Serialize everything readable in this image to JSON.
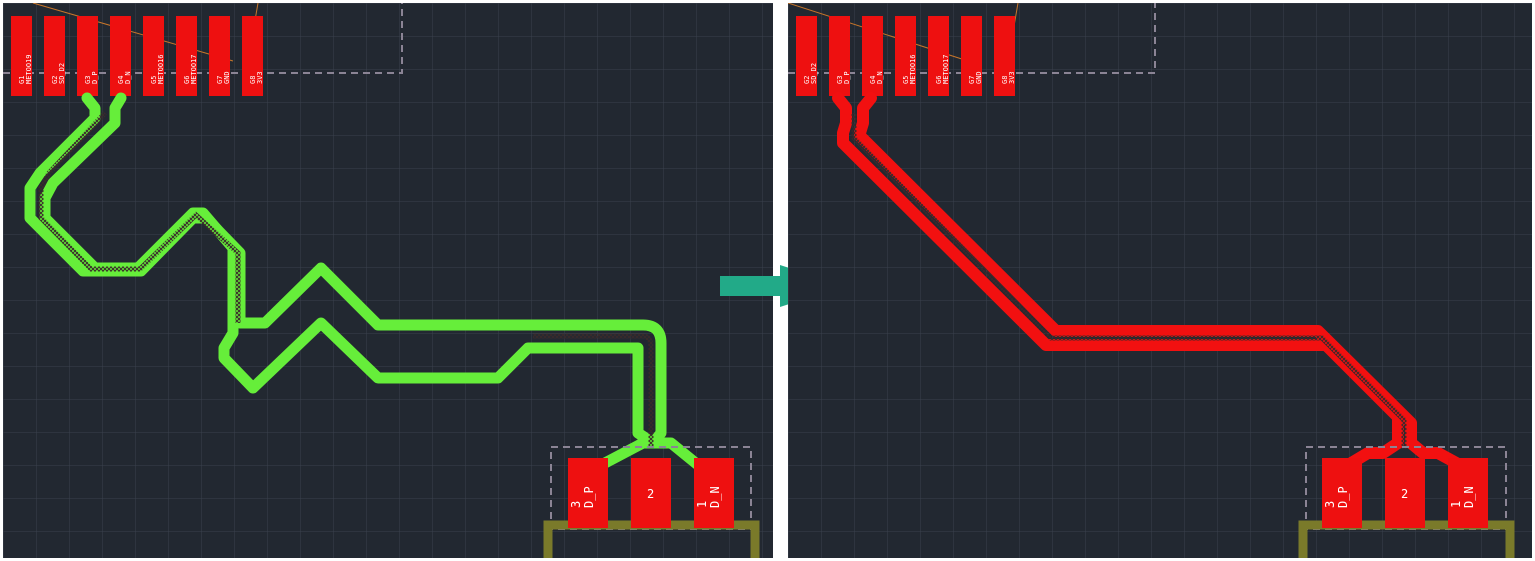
{
  "colors": {
    "board_bg": "#222831",
    "grid": "#3a414d",
    "pad": "#ee1010",
    "trace_before": "#66ee3a",
    "trace_after": "#f21010",
    "keepout": "#8b8495",
    "outline": "#7a7a2a",
    "arrow": "#22aa88"
  },
  "left_panel": {
    "connector_pads": [
      {
        "num": "G1",
        "net": "METOO19"
      },
      {
        "num": "G2",
        "net": "SD_D2"
      },
      {
        "num": "G3",
        "net": "D_P"
      },
      {
        "num": "G4",
        "net": "D_N"
      },
      {
        "num": "G5",
        "net": "METOO16"
      },
      {
        "num": "G6",
        "net": "METOO17"
      },
      {
        "num": "G7",
        "net": "GND"
      },
      {
        "num": "G8",
        "net": "3V3"
      }
    ],
    "usb_pads": [
      {
        "num": "3",
        "net": "D_P"
      },
      {
        "num": "2",
        "net": ""
      },
      {
        "num": "1",
        "net": "D_N"
      }
    ]
  },
  "right_panel": {
    "connector_pads": [
      {
        "num": "G2",
        "net": "SD_D2"
      },
      {
        "num": "G3",
        "net": "D_P"
      },
      {
        "num": "G4",
        "net": "D_N"
      },
      {
        "num": "G5",
        "net": "METOO16"
      },
      {
        "num": "G6",
        "net": "METOO17"
      },
      {
        "num": "G7",
        "net": "GND"
      },
      {
        "num": "G8",
        "net": "3V3"
      }
    ],
    "usb_pads": [
      {
        "num": "3",
        "net": "D_P"
      },
      {
        "num": "2",
        "net": ""
      },
      {
        "num": "1",
        "net": "D_N"
      }
    ]
  },
  "arrow_icon": "right-arrow-icon"
}
